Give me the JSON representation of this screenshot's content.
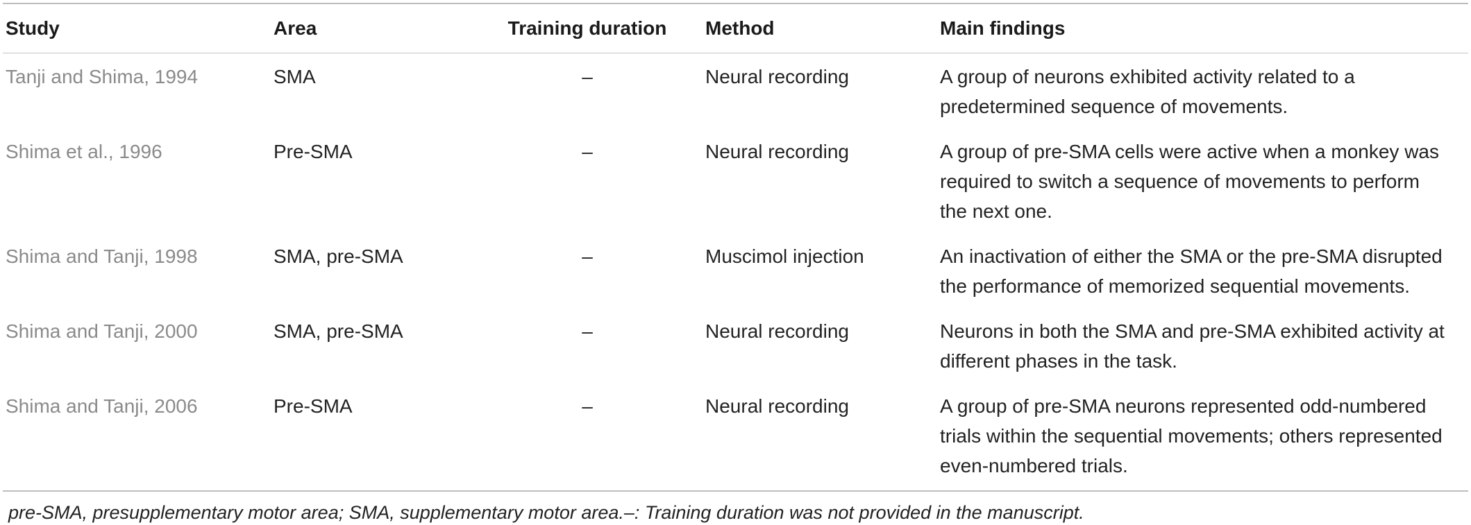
{
  "table": {
    "headers": {
      "study": "Study",
      "area": "Area",
      "training_duration": "Training duration",
      "method": "Method",
      "main_findings": "Main findings"
    },
    "rows": [
      {
        "study": "Tanji and Shima, 1994",
        "area": "SMA",
        "training_duration": "–",
        "method": "Neural recording",
        "main_findings": [
          "A group of neurons exhibited activity related to a",
          "predetermined sequence of movements."
        ]
      },
      {
        "study": "Shima et al., 1996",
        "area": "Pre-SMA",
        "training_duration": "–",
        "method": "Neural recording",
        "main_findings": [
          "A group of pre-SMA cells were active when a monkey was",
          "required to switch a sequence of movements to perform",
          "the next one."
        ]
      },
      {
        "study": "Shima and Tanji, 1998",
        "area": "SMA, pre-SMA",
        "training_duration": "–",
        "method": "Muscimol injection",
        "main_findings": [
          "An inactivation of either the SMA or the pre-SMA disrupted",
          "the performance of memorized sequential movements."
        ]
      },
      {
        "study": "Shima and Tanji, 2000",
        "area": "SMA, pre-SMA",
        "training_duration": "–",
        "method": "Neural recording",
        "main_findings": [
          "Neurons in both the SMA and pre-SMA exhibited activity at",
          "different phases in the task."
        ]
      },
      {
        "study": "Shima and Tanji, 2006",
        "area": "Pre-SMA",
        "training_duration": "–",
        "method": "Neural recording",
        "main_findings": [
          "A group of pre-SMA neurons represented odd-numbered",
          "trials within the sequential movements; others represented",
          "even-numbered trials."
        ]
      }
    ]
  },
  "footnote": "pre-SMA, presupplementary motor area; SMA, supplementary motor area.–: Training duration was not provided in the manuscript.",
  "colors": {
    "study_text": "#8a8a8a",
    "body_text": "#222222",
    "rule": "#bdbdbd"
  }
}
